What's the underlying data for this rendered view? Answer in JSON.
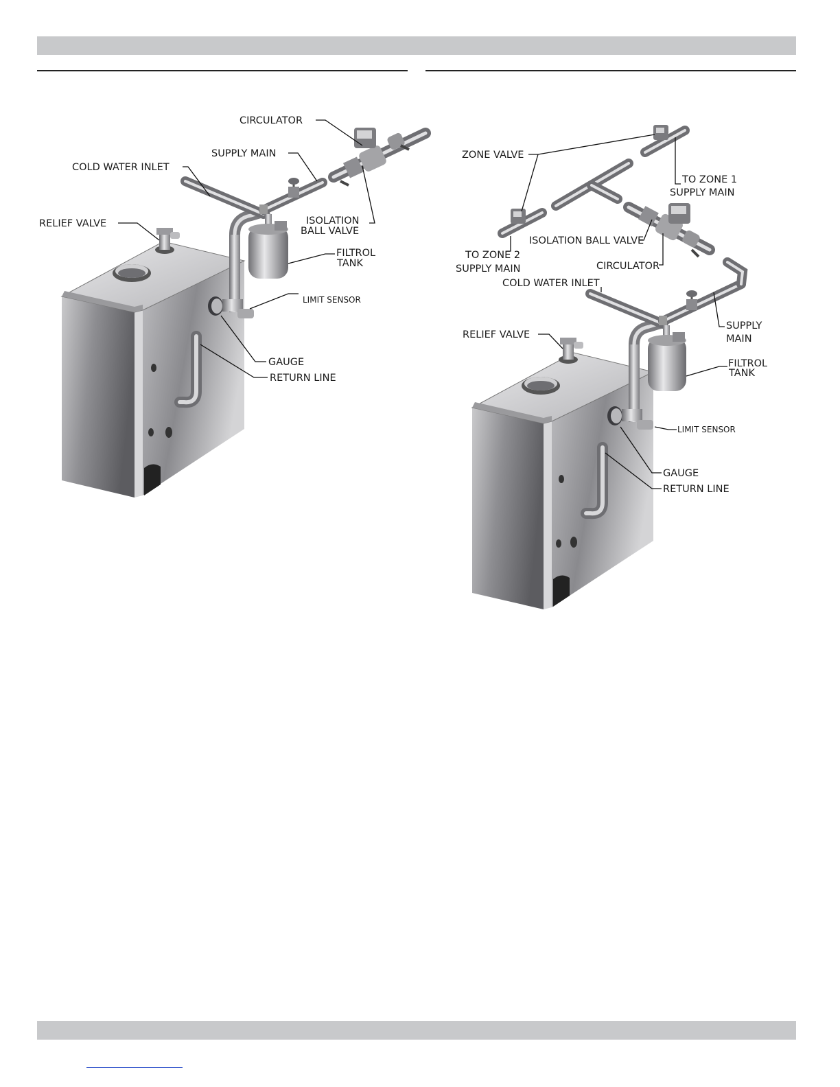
{
  "left": {
    "circulator": "CIRCULATOR",
    "supply_main": "SUPPLY MAIN",
    "cold_water_inlet": "COLD WATER INLET",
    "relief_valve": "RELIEF VALVE",
    "isolation_1": "ISOLATION",
    "isolation_2": "BALL VALVE",
    "filtrol_1": "FILTROL",
    "filtrol_2": "TANK",
    "limit_sensor": "LIMIT SENSOR",
    "gauge": "GAUGE",
    "return_line": "RETURN LINE"
  },
  "right": {
    "zone_valve": "ZONE VALVE",
    "zone1_1": "TO ZONE 1",
    "zone1_2": "SUPPLY MAIN",
    "isolation": "ISOLATION BALL VALVE",
    "zone2_1": "TO ZONE 2",
    "zone2_2": "SUPPLY MAIN",
    "circulator": "CIRCULATOR",
    "cold_water_inlet": "COLD WATER INLET",
    "supply_main_1": "SUPPLY",
    "supply_main_2": "MAIN",
    "relief_valve": "RELIEF VALVE",
    "filtrol_1": "FILTROL",
    "filtrol_2": "TANK",
    "limit_sensor": "LIMIT SENSOR",
    "gauge": "GAUGE",
    "return_line": "RETURN LINE"
  }
}
